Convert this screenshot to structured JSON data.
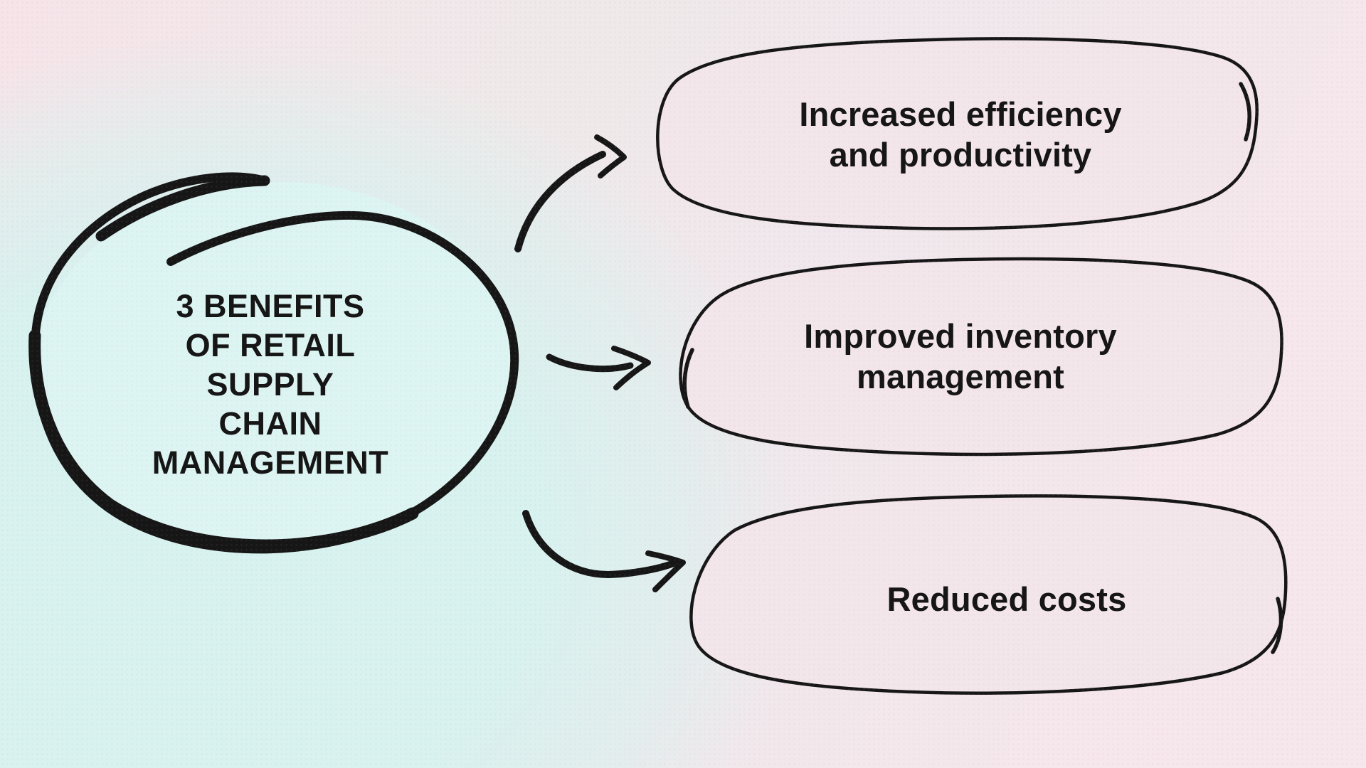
{
  "colors": {
    "ink": "#161616",
    "mint": "#d7f2ef",
    "mint_fill": "#ddf5f2",
    "pink": "#f5e7ec",
    "pink_top": "#f6e4e9",
    "box_fill": "#f3e6eb"
  },
  "hub": {
    "title": "3 BENEFITS OF RETAIL SUPPLY CHAIN MANAGEMENT",
    "title_lines": [
      "3 BENEFITS",
      "OF RETAIL",
      "SUPPLY",
      "CHAIN",
      "MANAGEMENT"
    ]
  },
  "benefits": [
    {
      "label": "Increased efficiency and productivity",
      "lines": [
        "Increased efficiency",
        "and productivity"
      ]
    },
    {
      "label": "Improved inventory management",
      "lines": [
        "Improved inventory",
        "management"
      ]
    },
    {
      "label": "Reduced costs",
      "lines": [
        "Reduced costs"
      ]
    }
  ]
}
